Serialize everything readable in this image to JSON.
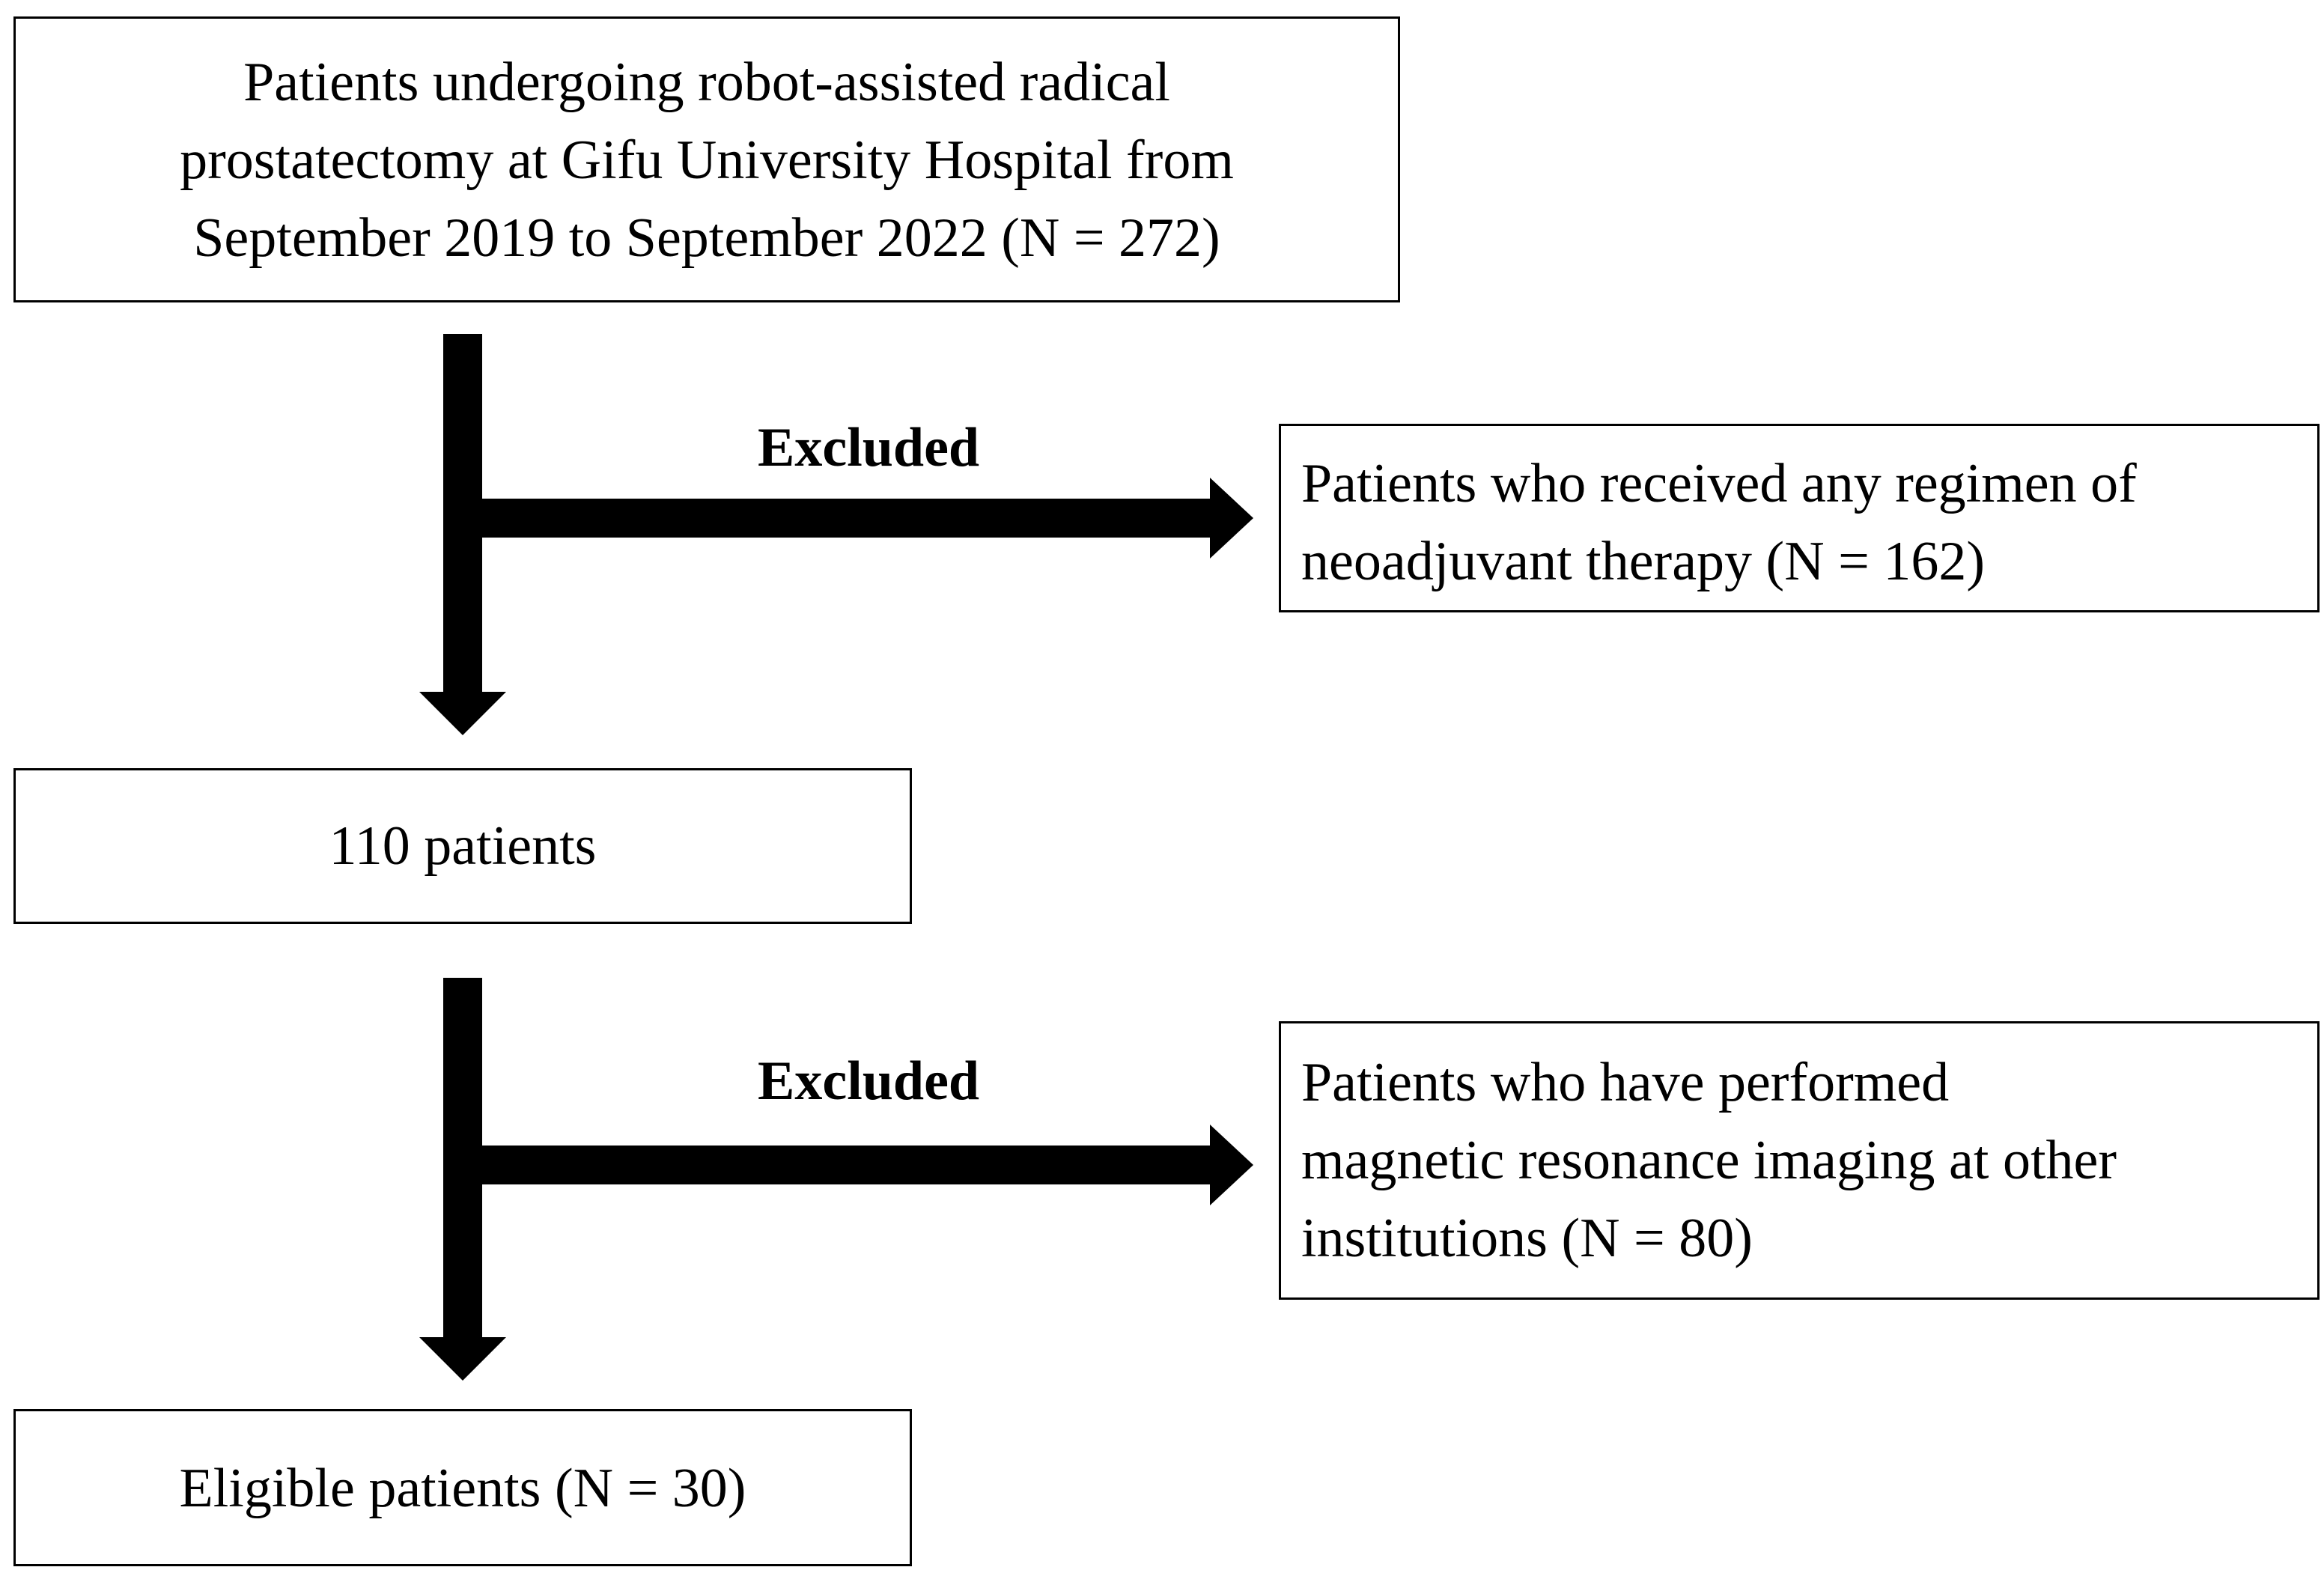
{
  "flowchart": {
    "source_box": {
      "lines": [
        "Patients undergoing robot-assisted radical",
        "prostatectomy at Gifu University  Hospital from",
        "September 2019 to September 2022 (N = 272)"
      ]
    },
    "exclusion_1": {
      "label": "Excluded",
      "lines": [
        "Patients who received any regimen  of",
        "neoadjuvant therapy (N = 162)"
      ]
    },
    "middle_box": {
      "text": "110 patients"
    },
    "exclusion_2": {
      "label": "Excluded",
      "lines": [
        "Patients who have performed",
        "magnetic resonance imaging  at other",
        "institutions  (N = 80)"
      ]
    },
    "final_box": {
      "text": "Eligible  patients (N = 30)"
    }
  },
  "colors": {
    "stroke": "#000000",
    "background": "#ffffff"
  }
}
